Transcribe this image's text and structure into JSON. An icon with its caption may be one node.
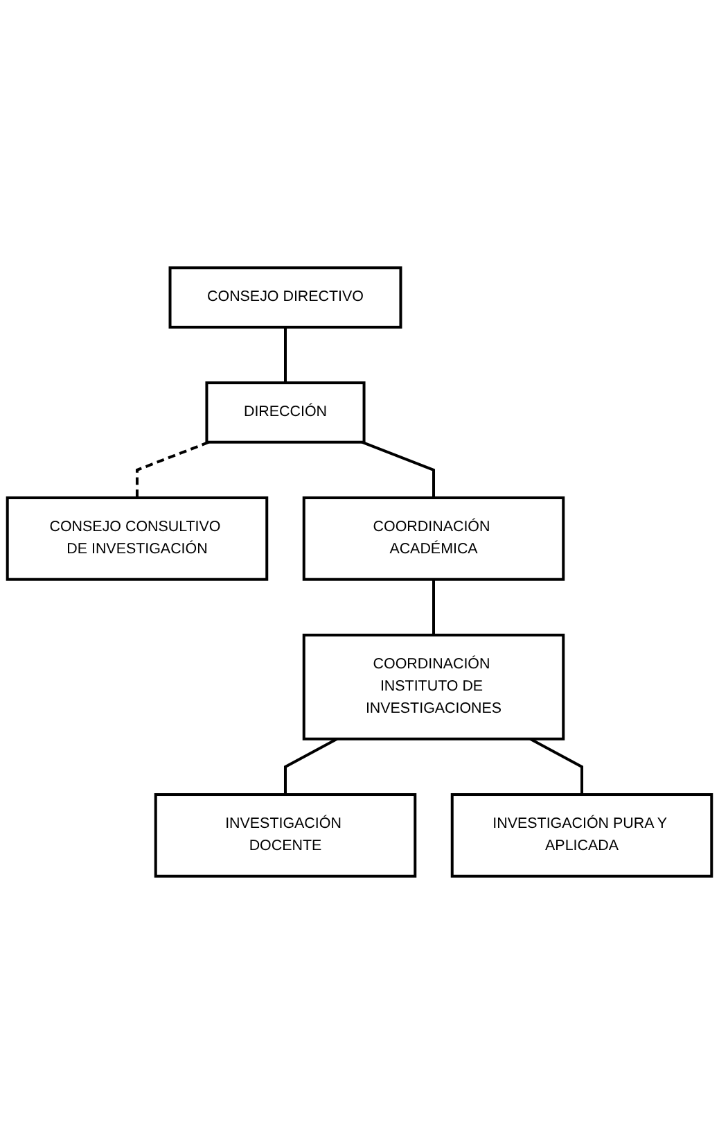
{
  "diagram": {
    "nodes": [
      {
        "text": [
          "CONSEJO DIRECTIVO"
        ]
      },
      {
        "text": [
          "DIRECCIÓN"
        ]
      },
      {
        "text": [
          "CONSEJO CONSULTIVO DE INVESTIGACIÓN"
        ]
      },
      {
        "text": [
          "COORDINACIÓN ACADÉMICA"
        ]
      },
      {
        "text": [
          "COORDINACIÓN INSTITUTO DE INVESTIGACIONES"
        ]
      },
      {
        "text": [
          "INVESTIGACIÓN DOCENTE"
        ]
      },
      {
        "text": [
          "INVESTIGACIÓN PURA Y APLICADA"
        ]
      }
    ],
    "edges": [
      {
        "from": 0,
        "to": 1,
        "arrow": "none"
      },
      {
        "from": 1,
        "to": 2,
        "arrow": "none",
        "style": "dashed"
      },
      {
        "from": 1,
        "to": 3,
        "arrow": "none"
      },
      {
        "from": 3,
        "to": 4,
        "arrow": "none"
      },
      {
        "from": 4,
        "to": 5,
        "arrow": "none"
      },
      {
        "from": 4,
        "to": 6,
        "arrow": "none"
      }
    ]
  }
}
